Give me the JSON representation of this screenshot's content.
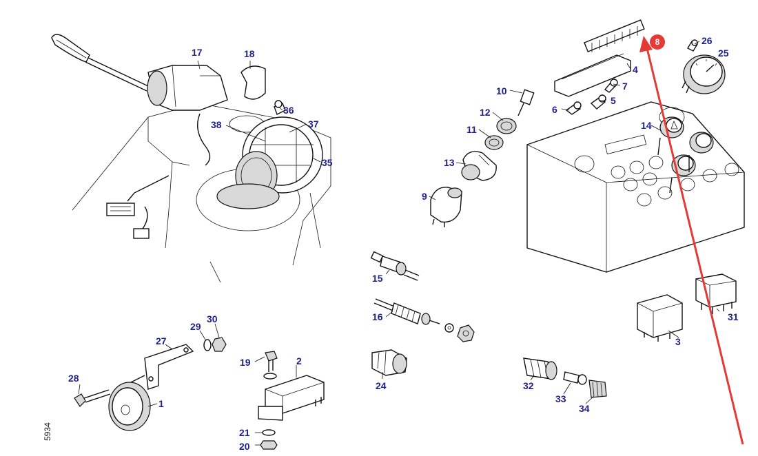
{
  "diagram": {
    "side_code": "5934",
    "highlight_badge": "8",
    "arrow_color": "#e53935",
    "label_color": "#1f1f8c",
    "part_labels": {
      "p1": "1",
      "p2": "2",
      "p3": "3",
      "p4": "4",
      "p5": "5",
      "p6": "6",
      "p7": "7",
      "p9": "9",
      "p10": "10",
      "p11": "11",
      "p12": "12",
      "p13": "13",
      "p14": "14",
      "p15": "15",
      "p16": "16",
      "p17": "17",
      "p18": "18",
      "p19": "19",
      "p20": "20",
      "p21": "21",
      "p24": "24",
      "p25": "25",
      "p26": "26",
      "p27": "27",
      "p28": "28",
      "p29": "29",
      "p30": "30",
      "p31": "31",
      "p32": "32",
      "p33": "33",
      "p34": "34",
      "p35": "35",
      "p36": "36",
      "p37": "37",
      "p38": "38"
    }
  }
}
